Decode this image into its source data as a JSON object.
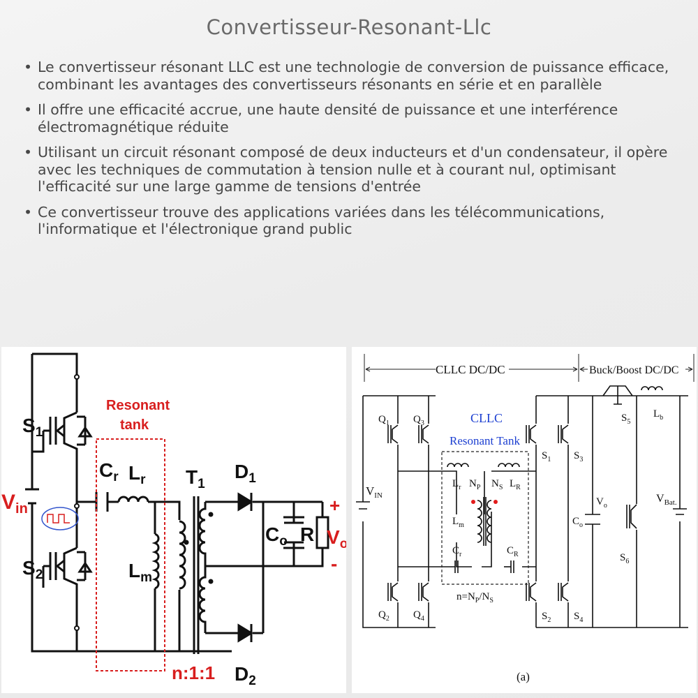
{
  "page": {
    "title": "Convertisseur-Resonant-Llc",
    "bullet_char": "•",
    "bullets": [
      "Le convertisseur résonant LLC est une technologie de conversion de puissance efficace, combinant les avantages des convertisseurs résonants en série et en parallèle",
      "Il offre une efficacité accrue, une haute densité de puissance et une interférence électromagnétique réduite",
      "Utilisant un circuit résonant composé de deux inducteurs et d'un condensateur, il opère avec les techniques de commutation à tension nulle et à courant nul, optimisant l'efficacité sur une large gamme de tensions d'entrée",
      "Ce convertisseur trouve des applications variées dans les télécommunications, l'informatique et l'électronique grand public"
    ]
  },
  "left_diagram": {
    "resonant_tank_line1": "Resonant",
    "resonant_tank_line2": "tank",
    "vin": "V",
    "vin_sub": "in",
    "s1": "S",
    "s1_sub": "1",
    "s2": "S",
    "s2_sub": "2",
    "cr": "C",
    "cr_sub": "r",
    "lr": "L",
    "lr_sub": "r",
    "lm": "L",
    "lm_sub": "m",
    "t1": "T",
    "t1_sub": "1",
    "d1": "D",
    "d1_sub": "1",
    "d2": "D",
    "d2_sub": "2",
    "co": "C",
    "co_sub": "o",
    "r": "R",
    "vo": "V",
    "vo_sub": "o",
    "plus": "+",
    "minus": "-",
    "ratio": "n:1:1"
  },
  "right_diagram": {
    "cllc_range": "CLLC DC/DC",
    "buckboost_range": "Buck/Boost DC/DC",
    "tank_title1": "CLLC",
    "tank_title2": "Resonant Tank",
    "q1": "Q",
    "q1_sub": "1",
    "q2": "Q",
    "q2_sub": "2",
    "q3": "Q",
    "q3_sub": "3",
    "q4": "Q",
    "q4_sub": "4",
    "s1": "S",
    "s1_sub": "1",
    "s2": "S",
    "s2_sub": "2",
    "s3": "S",
    "s3_sub": "3",
    "s4": "S",
    "s4_sub": "4",
    "s5": "S",
    "s5_sub": "5",
    "s6": "S",
    "s6_sub": "6",
    "vin": "V",
    "vin_sub": "IN",
    "lr": "L",
    "lr_sub": "r",
    "np": "N",
    "np_sub": "P",
    "ns": "N",
    "ns_sub": "S",
    "lR": "L",
    "lR_sub": "R",
    "lm": "L",
    "lm_sub": "m",
    "cr": "C",
    "cr_sub": "r",
    "cR": "C",
    "cR_sub": "R",
    "co": "C",
    "co_sub": "o",
    "vo": "V",
    "vo_sub": "o",
    "lb": "L",
    "lb_sub": "b",
    "vbat": "V",
    "vbat_sub": "Bat.",
    "ratio": "n=N",
    "ratio_sub1": "P",
    "ratio_mid": "/N",
    "ratio_sub2": "S",
    "caption": "(a)"
  }
}
